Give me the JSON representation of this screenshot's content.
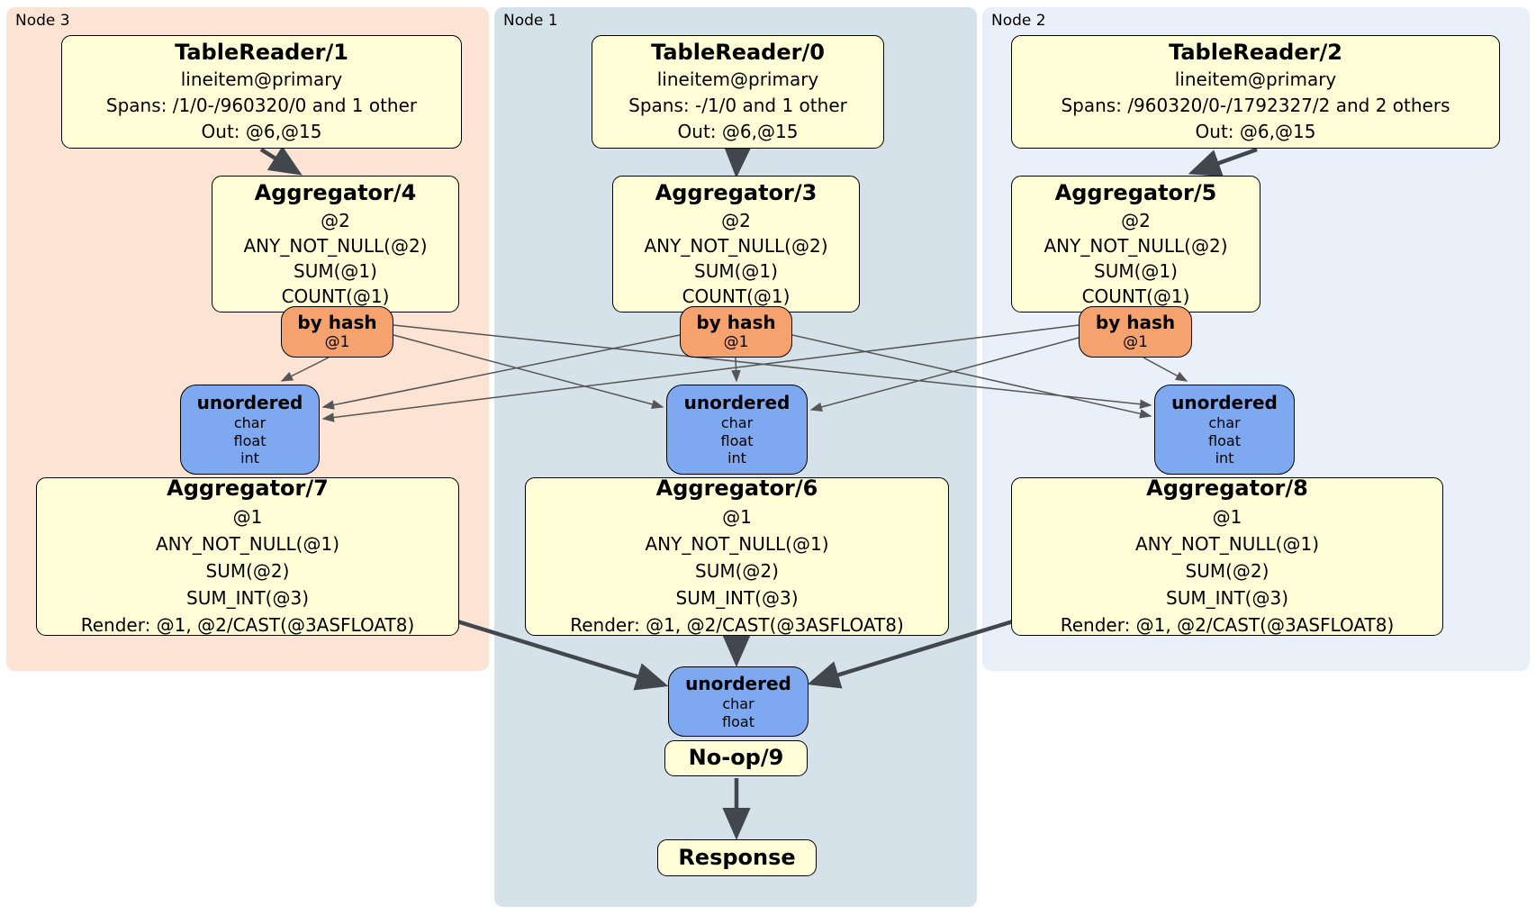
{
  "nodes": {
    "node3": {
      "label": "Node 3"
    },
    "node1": {
      "label": "Node 1"
    },
    "node2": {
      "label": "Node 2"
    }
  },
  "boxes": {
    "tr1": {
      "title": "TableReader/1",
      "lines": [
        "lineitem@primary",
        "Spans: /1/0-/960320/0 and 1 other",
        "Out: @6,@15"
      ]
    },
    "tr0": {
      "title": "TableReader/0",
      "lines": [
        "lineitem@primary",
        "Spans: -/1/0 and 1 other",
        "Out: @6,@15"
      ]
    },
    "tr2": {
      "title": "TableReader/2",
      "lines": [
        "lineitem@primary",
        "Spans: /960320/0-/1792327/2 and 2 others",
        "Out: @6,@15"
      ]
    },
    "agg4": {
      "title": "Aggregator/4",
      "lines": [
        "@2",
        "ANY_NOT_NULL(@2)",
        "SUM(@1)",
        "COUNT(@1)"
      ]
    },
    "agg3": {
      "title": "Aggregator/3",
      "lines": [
        "@2",
        "ANY_NOT_NULL(@2)",
        "SUM(@1)",
        "COUNT(@1)"
      ]
    },
    "agg5": {
      "title": "Aggregator/5",
      "lines": [
        "@2",
        "ANY_NOT_NULL(@2)",
        "SUM(@1)",
        "COUNT(@1)"
      ]
    },
    "agg7": {
      "title": "Aggregator/7",
      "lines": [
        "@1",
        "ANY_NOT_NULL(@1)",
        "SUM(@2)",
        "SUM_INT(@3)",
        "Render: @1, @2/CAST(@3ASFLOAT8)"
      ]
    },
    "agg6": {
      "title": "Aggregator/6",
      "lines": [
        "@1",
        "ANY_NOT_NULL(@1)",
        "SUM(@2)",
        "SUM_INT(@3)",
        "Render: @1, @2/CAST(@3ASFLOAT8)"
      ]
    },
    "agg8": {
      "title": "Aggregator/8",
      "lines": [
        "@1",
        "ANY_NOT_NULL(@1)",
        "SUM(@2)",
        "SUM_INT(@3)",
        "Render: @1, @2/CAST(@3ASFLOAT8)"
      ]
    },
    "router_left": {
      "title": "by hash",
      "arg": "@1"
    },
    "router_mid": {
      "title": "by hash",
      "arg": "@1"
    },
    "router_right": {
      "title": "by hash",
      "arg": "@1"
    },
    "sync_left": {
      "title": "unordered",
      "columns": [
        "char",
        "float",
        "int"
      ]
    },
    "sync_mid": {
      "title": "unordered",
      "columns": [
        "char",
        "float",
        "int"
      ]
    },
    "sync_right": {
      "title": "unordered",
      "columns": [
        "char",
        "float",
        "int"
      ]
    },
    "sync_final": {
      "title": "unordered",
      "columns": [
        "char",
        "float"
      ]
    },
    "noop": {
      "title": "No-op/9"
    },
    "response": {
      "title": "Response"
    }
  },
  "colors": {
    "node3_bg": "#fce3d3",
    "node1_bg": "#d5e2ea",
    "node2_bg": "#eaf0f9",
    "processor_bg": "#ffffd7",
    "router_bg": "#f5a26e",
    "sync_bg": "#7ea8f0",
    "edge_thin": "#555555",
    "edge_thick": "#41474d"
  }
}
